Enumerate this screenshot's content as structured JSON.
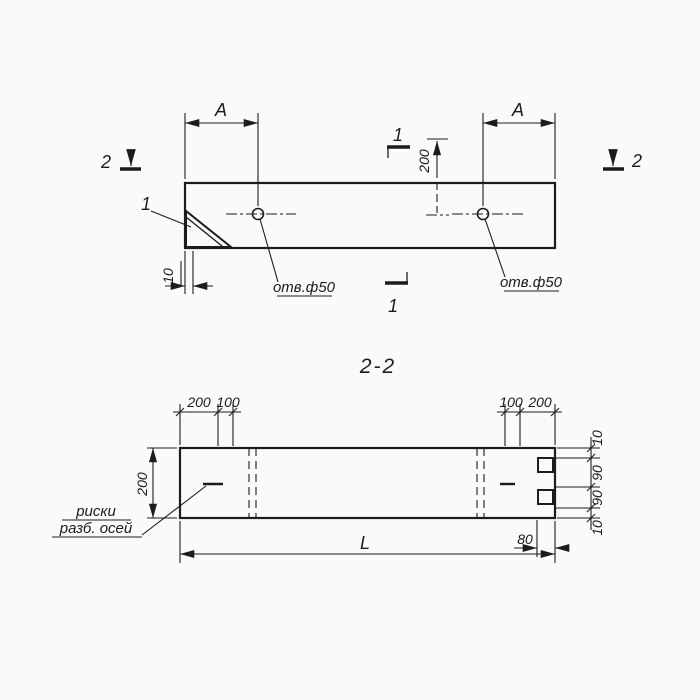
{
  "drawing": {
    "paper_color": "#fafaf8",
    "ink_color": "#1c1c1c",
    "top_view": {
      "dim_a_left": "A",
      "dim_a_right": "A",
      "section1_top": "1",
      "section1_bottom": "1",
      "section2_left": "2",
      "section2_right": "2",
      "detail_label": "1",
      "dim_200": "200",
      "dim_10": "10",
      "hole_left_label": "отв.ф50",
      "hole_right_label": "отв.ф50"
    },
    "section_title": "2-2",
    "section_view": {
      "dim_200_top_left": "200",
      "dim_100_top_left": "100",
      "dim_100_top_right": "100",
      "dim_200_top_right": "200",
      "dim_height_200": "200",
      "chain_10_top": "10",
      "chain_90_upper": "90",
      "chain_90_lower": "90",
      "chain_10_bottom": "10",
      "dim_length": "L",
      "dim_80": "80",
      "leader_line1": "риски",
      "leader_line2": "разб. осей"
    }
  }
}
